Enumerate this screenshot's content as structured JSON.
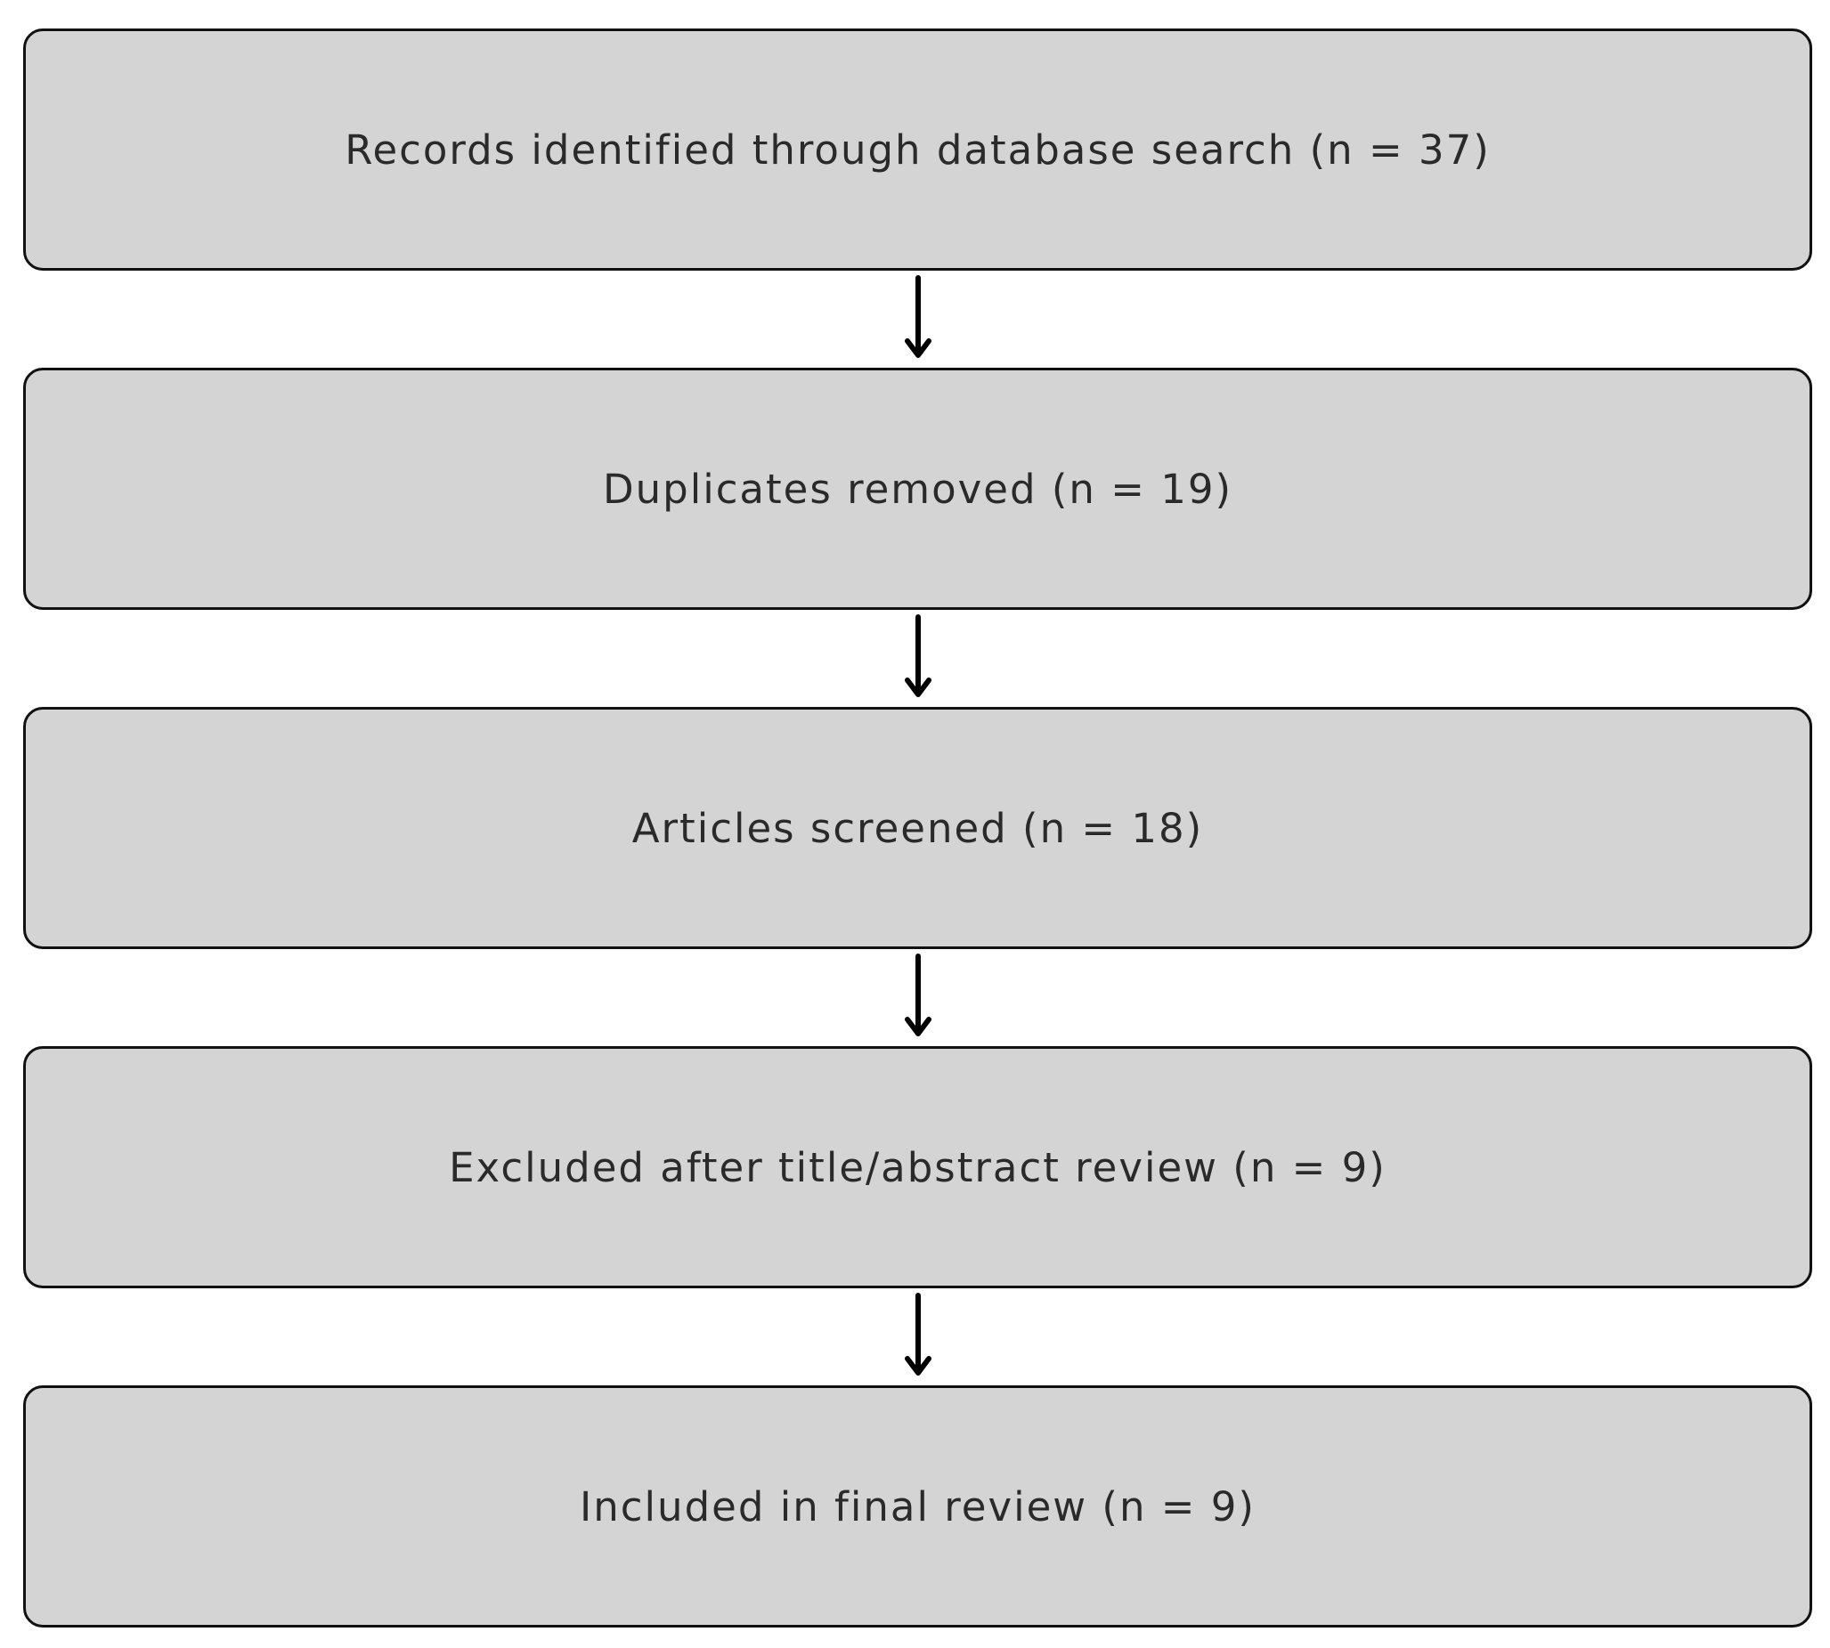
{
  "flowchart": {
    "steps": [
      {
        "label": "Records identified through database search (n = 37)"
      },
      {
        "label": "Duplicates removed (n = 19)"
      },
      {
        "label": "Articles screened (n = 18)"
      },
      {
        "label": "Excluded after title/abstract review (n = 9)"
      },
      {
        "label": "Included in final review (n = 9)"
      }
    ]
  },
  "colors": {
    "box_fill": "#d4d4d4",
    "box_border": "#111111",
    "text": "#2a2a2a",
    "arrow": "#000000"
  }
}
